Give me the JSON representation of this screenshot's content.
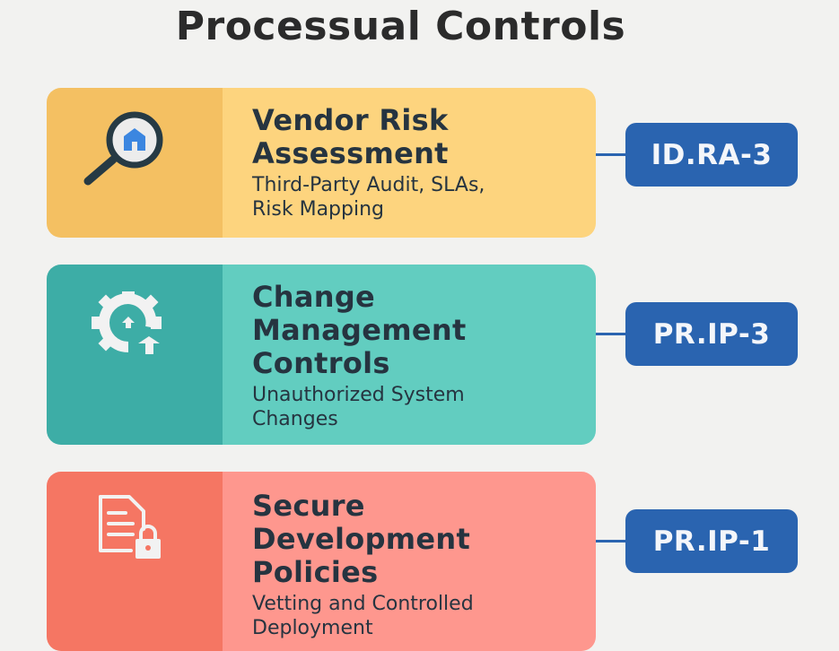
{
  "title": "Processual Controls",
  "colors": {
    "background": "#f2f2f0",
    "badge": "#2a64b0",
    "text_dark": "#263440"
  },
  "controls": [
    {
      "title": "Vendor Risk\nAssessment",
      "subtitle": "Third-Party Audit, SLAs,\nRisk Mapping",
      "icon": "magnifier-house-icon",
      "code": "ID.RA-3",
      "icon_color": "#f4c062",
      "panel_color": "#fdd47e"
    },
    {
      "title": "Change\nManagement\nControls",
      "subtitle": "Unauthorized System\nChanges",
      "icon": "gear-arrows-icon",
      "code": "PR.IP-3",
      "icon_color": "#3dada6",
      "panel_color": "#62cdc0"
    },
    {
      "title": "Secure\nDevelopment\nPolicies",
      "subtitle": "Vetting and Controlled\nDeployment",
      "icon": "document-lock-icon",
      "code": "PR.IP-1",
      "icon_color": "#f57663",
      "panel_color": "#fe978e"
    }
  ]
}
